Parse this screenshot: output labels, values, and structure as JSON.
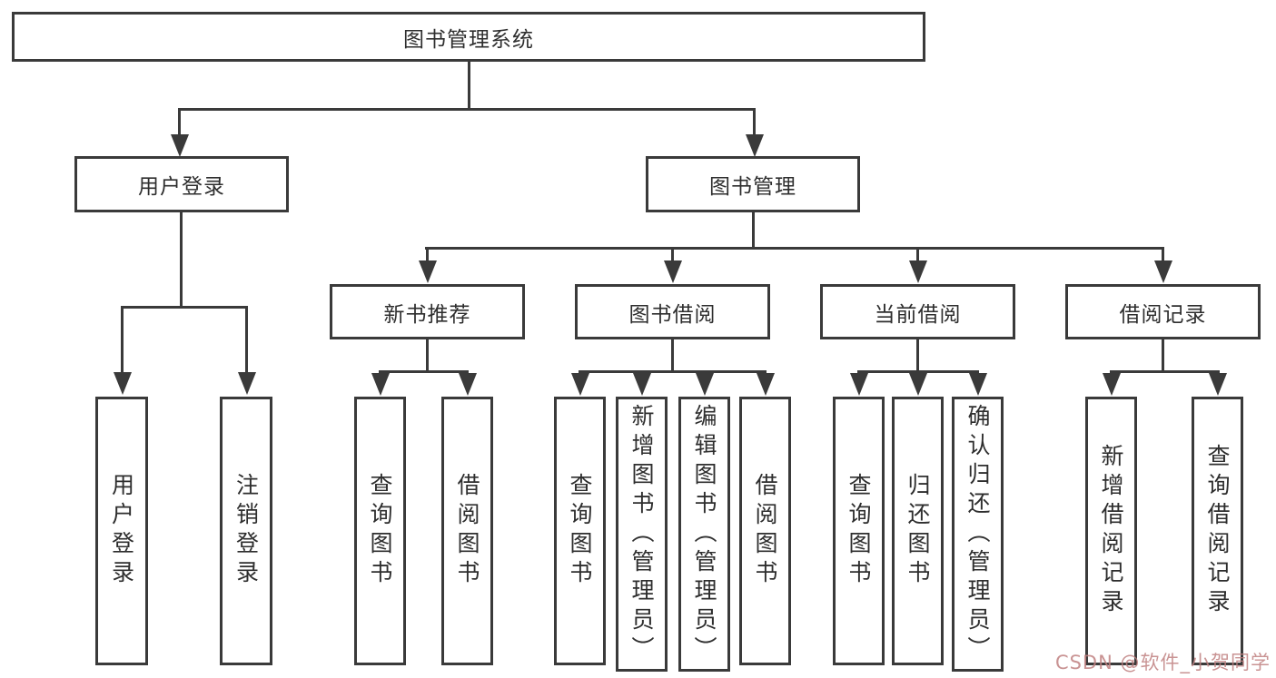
{
  "diagram": {
    "type": "hierarchy-tree",
    "orientation": "top-down",
    "colors": {
      "line": "#3a3a3a",
      "box_border": "#3a3a3a",
      "box_fill": "#ffffff",
      "text": "#2e2e2e",
      "watermark": "#c08080",
      "background": "#ffffff"
    },
    "tree": {
      "label": "图书管理系统",
      "children": [
        {
          "label": "用户登录",
          "children": [
            {
              "label": "用户登录"
            },
            {
              "label": "注销登录"
            }
          ]
        },
        {
          "label": "图书管理",
          "children": [
            {
              "label": "新书推荐",
              "children": [
                {
                  "label": "查询图书"
                },
                {
                  "label": "借阅图书"
                }
              ]
            },
            {
              "label": "图书借阅",
              "children": [
                {
                  "label": "查询图书"
                },
                {
                  "label": "新增图书（管理员）"
                },
                {
                  "label": "编辑图书（管理员）"
                },
                {
                  "label": "借阅图书"
                }
              ]
            },
            {
              "label": "当前借阅",
              "children": [
                {
                  "label": "查询图书"
                },
                {
                  "label": "归还图书"
                },
                {
                  "label": "确认归还（管理员）"
                }
              ]
            },
            {
              "label": "借阅记录",
              "children": [
                {
                  "label": "新增借阅记录"
                },
                {
                  "label": "查询借阅记录"
                }
              ]
            }
          ]
        }
      ]
    },
    "watermark": {
      "text": "CSDN @软件_小贺同学"
    }
  }
}
